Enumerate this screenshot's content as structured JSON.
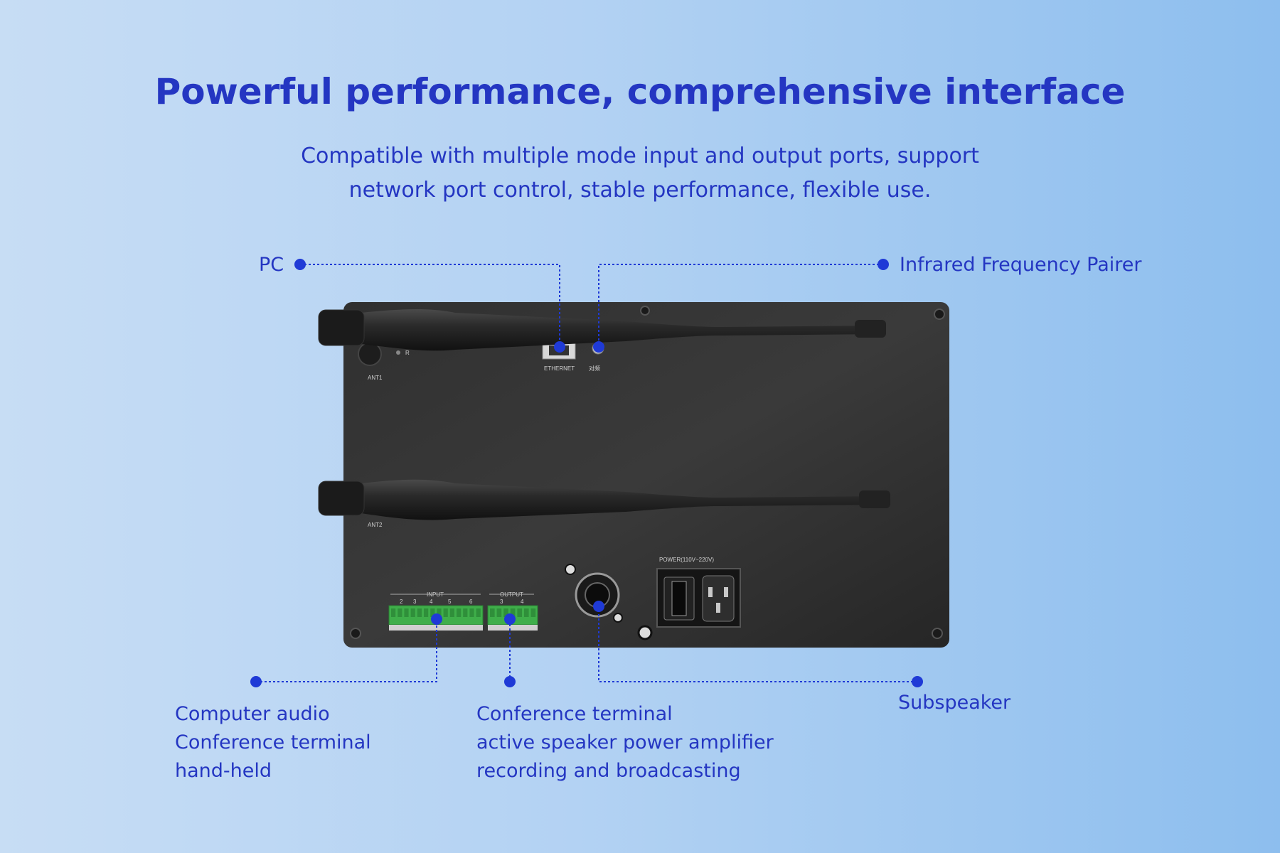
{
  "header": {
    "title": "Powerful performance, comprehensive interface",
    "subtitle_lines": [
      "Compatible with multiple mode input and output ports, support",
      "network port control, stable performance, flexible use."
    ]
  },
  "callouts": {
    "pc": "PC",
    "infrared": "Infrared Frequency Pairer",
    "computer_audio_lines": [
      "Computer audio",
      "Conference terminal",
      "hand-held"
    ],
    "conference_lines": [
      "Conference terminal",
      "active speaker power amplifier",
      "recording and broadcasting"
    ],
    "subspeaker": "Subspeaker"
  },
  "device": {
    "ant1": "ANT1",
    "ant2": "ANT2",
    "r_mark": "R",
    "ethernet": "ETHERNET",
    "pairing": "对频",
    "input": "INPUT",
    "output": "OUTPUT",
    "power": "POWER(110V~220V)",
    "input_numbers": [
      "2",
      "3",
      "4",
      "5",
      "6"
    ],
    "output_numbers": [
      "3",
      "4"
    ]
  },
  "colors": {
    "accent": "#2436c2",
    "dot": "#1f3ad6",
    "panel": "#2b2b2b",
    "terminal_green": "#3fae4a"
  }
}
